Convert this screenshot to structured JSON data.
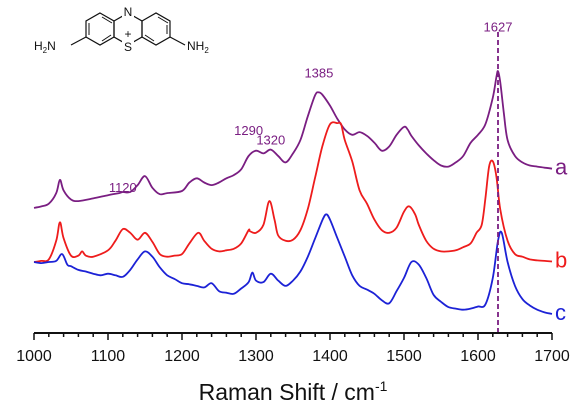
{
  "chart_data": {
    "type": "line",
    "xlabel": "Raman Shift / cm",
    "xlabel_superscript": "-1",
    "xlim": [
      1000,
      1700
    ],
    "x_ticks": [
      "1000",
      "1100",
      "1200",
      "1300",
      "1400",
      "1500",
      "1600",
      "1700"
    ],
    "y_axis_visible": false,
    "grid": false,
    "colors": {
      "a": "#7a1e82",
      "b": "#ee1c1c",
      "c": "#1c22d6"
    },
    "series": [
      {
        "name": "a",
        "offset": 2.0,
        "x": [
          1000,
          1010,
          1020,
          1030,
          1035,
          1040,
          1050,
          1060,
          1080,
          1100,
          1115,
          1120,
          1130,
          1140,
          1150,
          1160,
          1170,
          1180,
          1200,
          1210,
          1220,
          1230,
          1240,
          1250,
          1260,
          1270,
          1280,
          1290,
          1300,
          1310,
          1320,
          1330,
          1340,
          1350,
          1360,
          1370,
          1380,
          1385,
          1390,
          1400,
          1410,
          1420,
          1430,
          1440,
          1450,
          1460,
          1470,
          1480,
          1490,
          1500,
          1505,
          1510,
          1520,
          1530,
          1540,
          1550,
          1560,
          1570,
          1580,
          1590,
          1600,
          1610,
          1620,
          1625,
          1627,
          1630,
          1635,
          1640,
          1650,
          1660,
          1670,
          1680,
          1690,
          1700
        ],
        "y": [
          0.02,
          0.05,
          0.1,
          0.3,
          0.55,
          0.35,
          0.18,
          0.15,
          0.2,
          0.26,
          0.3,
          0.32,
          0.32,
          0.45,
          0.62,
          0.4,
          0.28,
          0.3,
          0.34,
          0.5,
          0.58,
          0.5,
          0.45,
          0.5,
          0.58,
          0.64,
          0.75,
          1.0,
          1.1,
          1.05,
          1.12,
          1.0,
          0.88,
          1.05,
          1.3,
          1.75,
          2.15,
          2.2,
          2.15,
          1.95,
          1.7,
          1.5,
          1.4,
          1.45,
          1.38,
          1.25,
          1.1,
          1.18,
          1.4,
          1.55,
          1.5,
          1.38,
          1.2,
          1.05,
          0.92,
          0.82,
          0.8,
          0.88,
          1.0,
          1.25,
          1.4,
          1.6,
          2.1,
          2.5,
          2.6,
          2.4,
          1.8,
          1.3,
          1.0,
          0.88,
          0.82,
          0.8,
          0.78,
          0.76
        ]
      },
      {
        "name": "b",
        "offset": 1.0,
        "x": [
          1000,
          1010,
          1020,
          1030,
          1035,
          1040,
          1050,
          1060,
          1065,
          1070,
          1080,
          1100,
          1110,
          1120,
          1130,
          1140,
          1150,
          1160,
          1170,
          1180,
          1190,
          1200,
          1210,
          1222,
          1230,
          1240,
          1250,
          1260,
          1270,
          1280,
          1290,
          1292,
          1300,
          1310,
          1318,
          1325,
          1330,
          1340,
          1350,
          1360,
          1370,
          1380,
          1390,
          1400,
          1410,
          1415,
          1420,
          1430,
          1440,
          1450,
          1460,
          1470,
          1480,
          1490,
          1500,
          1507,
          1515,
          1520,
          1530,
          1540,
          1550,
          1560,
          1570,
          1580,
          1590,
          1598,
          1605,
          1610,
          1615,
          1620,
          1625,
          1630,
          1640,
          1650,
          1660,
          1670,
          1680,
          1690,
          1700
        ],
        "y": [
          0.0,
          0.02,
          0.05,
          0.4,
          0.75,
          0.45,
          0.12,
          0.12,
          0.2,
          0.12,
          0.1,
          0.22,
          0.4,
          0.62,
          0.55,
          0.42,
          0.55,
          0.38,
          0.15,
          0.1,
          0.12,
          0.15,
          0.35,
          0.55,
          0.4,
          0.25,
          0.2,
          0.22,
          0.25,
          0.35,
          0.6,
          0.58,
          0.55,
          0.7,
          1.15,
          0.8,
          0.5,
          0.4,
          0.42,
          0.6,
          1.0,
          1.6,
          2.2,
          2.6,
          2.62,
          2.6,
          2.3,
          1.9,
          1.35,
          1.1,
          0.8,
          0.6,
          0.55,
          0.65,
          0.95,
          1.05,
          0.9,
          0.7,
          0.4,
          0.25,
          0.2,
          0.2,
          0.22,
          0.28,
          0.35,
          0.55,
          0.7,
          1.2,
          1.8,
          1.9,
          1.6,
          1.0,
          0.4,
          0.15,
          0.1,
          0.05,
          0.03,
          0.02,
          0.01
        ]
      },
      {
        "name": "c",
        "offset": 0.0,
        "x": [
          1000,
          1010,
          1020,
          1030,
          1038,
          1045,
          1050,
          1060,
          1070,
          1080,
          1090,
          1100,
          1110,
          1120,
          1130,
          1140,
          1150,
          1160,
          1170,
          1180,
          1190,
          1200,
          1210,
          1220,
          1230,
          1240,
          1250,
          1260,
          1270,
          1280,
          1290,
          1295,
          1300,
          1310,
          1320,
          1330,
          1340,
          1350,
          1360,
          1370,
          1380,
          1390,
          1395,
          1400,
          1410,
          1420,
          1430,
          1440,
          1450,
          1460,
          1470,
          1480,
          1490,
          1500,
          1510,
          1520,
          1530,
          1540,
          1550,
          1560,
          1570,
          1580,
          1590,
          1600,
          1610,
          1620,
          1627,
          1632,
          1640,
          1650,
          1660,
          1670,
          1680,
          1690,
          1700
        ],
        "y": [
          1.0,
          0.98,
          1.0,
          1.02,
          1.15,
          0.95,
          0.92,
          0.85,
          0.82,
          0.78,
          0.75,
          0.78,
          0.75,
          0.72,
          0.85,
          1.05,
          1.2,
          1.1,
          0.9,
          0.75,
          0.68,
          0.6,
          0.58,
          0.55,
          0.52,
          0.6,
          0.45,
          0.42,
          0.4,
          0.5,
          0.62,
          0.8,
          0.65,
          0.62,
          0.78,
          0.65,
          0.55,
          0.65,
          0.82,
          1.1,
          1.45,
          1.8,
          1.9,
          1.8,
          1.45,
          1.1,
          0.75,
          0.55,
          0.48,
          0.4,
          0.28,
          0.22,
          0.45,
          0.7,
          1.0,
          0.95,
          0.7,
          0.38,
          0.25,
          0.15,
          0.12,
          0.1,
          0.12,
          0.16,
          0.2,
          0.7,
          1.4,
          1.55,
          1.0,
          0.55,
          0.3,
          0.18,
          0.1,
          0.05,
          0.02
        ]
      }
    ],
    "annotations": [
      {
        "text": "1120",
        "x": 1120,
        "y": 2.32,
        "series": "a"
      },
      {
        "text": "1290",
        "x": 1290,
        "y": 3.4,
        "series": "a"
      },
      {
        "text": "1320",
        "x": 1320,
        "y": 3.22,
        "series": "a"
      },
      {
        "text": "1385",
        "x": 1385,
        "y": 4.48,
        "series": "a"
      },
      {
        "text": "1627",
        "x": 1627,
        "y": 5.35,
        "series": "a"
      }
    ],
    "reference_line": {
      "x": 1627,
      "style": "dashed",
      "color": "#7a1e82"
    }
  },
  "molecule": {
    "left_group": "H",
    "left_sub": "2",
    "left_tail": "N",
    "right_group": "NH",
    "right_sub": "2",
    "top_atom": "N",
    "bottom_atom": "S",
    "charge": "+"
  }
}
